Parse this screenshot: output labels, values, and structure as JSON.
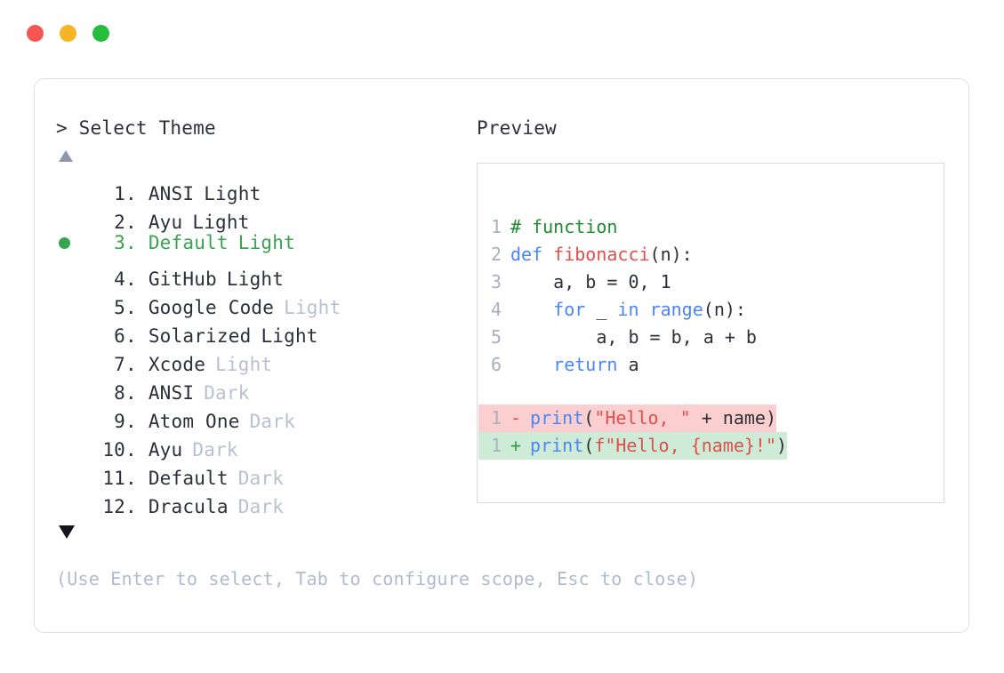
{
  "window": {
    "traffic_lights": [
      {
        "name": "close",
        "color": "#f4574f"
      },
      {
        "name": "minimize",
        "color": "#f6b427"
      },
      {
        "name": "maximize",
        "color": "#27bd3c"
      }
    ]
  },
  "left": {
    "prompt": "> Select Theme",
    "scroll_up_icon": "triangle-up-icon",
    "scroll_down_icon": "triangle-down-icon",
    "selected_index": 3,
    "selected_color": "#3aa350",
    "muted_color": "#b9c0d0",
    "items": [
      {
        "num": "1.",
        "name": "ANSI",
        "suffix": "Light",
        "muted_suffix": false,
        "selected": false
      },
      {
        "num": "2.",
        "name": "Ayu",
        "suffix": "Light",
        "muted_suffix": false,
        "selected": false
      },
      {
        "num": "3.",
        "name": "Default",
        "suffix": "Light",
        "muted_suffix": false,
        "selected": true
      },
      {
        "num": "4.",
        "name": "GitHub",
        "suffix": "Light",
        "muted_suffix": false,
        "selected": false
      },
      {
        "num": "5.",
        "name": "Google Code",
        "suffix": "Light",
        "muted_suffix": true,
        "selected": false
      },
      {
        "num": "6.",
        "name": "Solarized",
        "suffix": "Light",
        "muted_suffix": false,
        "selected": false
      },
      {
        "num": "7.",
        "name": "Xcode",
        "suffix": "Light",
        "muted_suffix": true,
        "selected": false
      },
      {
        "num": "8.",
        "name": "ANSI",
        "suffix": "Dark",
        "muted_suffix": true,
        "selected": false
      },
      {
        "num": "9.",
        "name": "Atom One",
        "suffix": "Dark",
        "muted_suffix": true,
        "selected": false
      },
      {
        "num": "10.",
        "name": "Ayu",
        "suffix": "Dark",
        "muted_suffix": true,
        "selected": false
      },
      {
        "num": "11.",
        "name": "Default",
        "suffix": "Dark",
        "muted_suffix": true,
        "selected": false
      },
      {
        "num": "12.",
        "name": "Dracula",
        "suffix": "Dark",
        "muted_suffix": true,
        "selected": false
      }
    ]
  },
  "hint": "(Use Enter to select, Tab to configure scope, Esc to close)",
  "preview": {
    "title": "Preview",
    "code_lines": [
      {
        "no": "1",
        "tokens": [
          {
            "t": "# function",
            "c": "comment"
          }
        ]
      },
      {
        "no": "2",
        "tokens": [
          {
            "t": "def ",
            "c": "kw"
          },
          {
            "t": "fibonacci",
            "c": "fn"
          },
          {
            "t": "(n):",
            "c": "plain"
          }
        ]
      },
      {
        "no": "3",
        "tokens": [
          {
            "t": "    a, b = ",
            "c": "plain"
          },
          {
            "t": "0",
            "c": "num"
          },
          {
            "t": ", ",
            "c": "plain"
          },
          {
            "t": "1",
            "c": "num"
          }
        ]
      },
      {
        "no": "4",
        "tokens": [
          {
            "t": "    ",
            "c": "plain"
          },
          {
            "t": "for",
            "c": "kw"
          },
          {
            "t": " _ ",
            "c": "plain"
          },
          {
            "t": "in",
            "c": "kw"
          },
          {
            "t": " ",
            "c": "plain"
          },
          {
            "t": "range",
            "c": "builtin"
          },
          {
            "t": "(n):",
            "c": "plain"
          }
        ]
      },
      {
        "no": "5",
        "tokens": [
          {
            "t": "        a, b = b, a + b",
            "c": "plain"
          }
        ]
      },
      {
        "no": "6",
        "tokens": [
          {
            "t": "    ",
            "c": "plain"
          },
          {
            "t": "return",
            "c": "kw"
          },
          {
            "t": " a",
            "c": "plain"
          }
        ]
      }
    ],
    "diff_lines": [
      {
        "no": "1",
        "marker": "-",
        "kind": "minus",
        "bg": "#fbcfcf",
        "tokens": [
          {
            "t": "print",
            "c": "builtin"
          },
          {
            "t": "(",
            "c": "plain"
          },
          {
            "t": "\"Hello, \"",
            "c": "str"
          },
          {
            "t": " + name)",
            "c": "plain"
          }
        ]
      },
      {
        "no": "1",
        "marker": "+",
        "kind": "plus",
        "bg": "#cdebd6",
        "tokens": [
          {
            "t": "print",
            "c": "builtin"
          },
          {
            "t": "(",
            "c": "plain"
          },
          {
            "t": "f\"Hello, {name}!\"",
            "c": "str"
          },
          {
            "t": ")",
            "c": "plain"
          }
        ]
      }
    ]
  }
}
